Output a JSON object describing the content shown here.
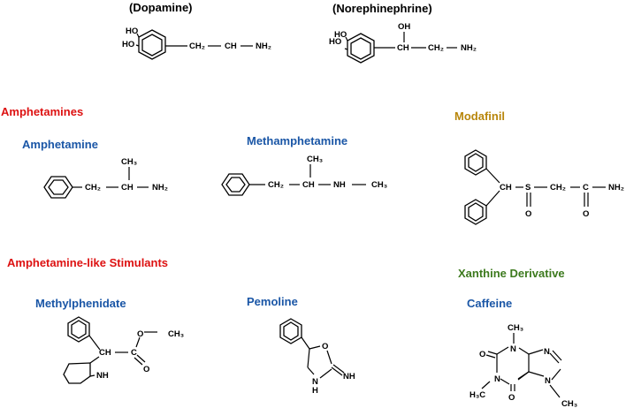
{
  "headings": {
    "dopamine": "(Dopamine)",
    "norepinephrine": "(Norephinephrine)",
    "amphetamines": "Amphetamines",
    "modafinil": "Modafinil",
    "amphetamine": "Amphetamine",
    "methamphetamine": "Methamphetamine",
    "amphetamine_like": "Amphetamine-like Stimulants",
    "xanthine": "Xanthine Derivative",
    "methylphenidate": "Methylphenidate",
    "pemoline": "Pemoline",
    "caffeine": "Caffeine"
  },
  "colors": {
    "category_red": "#dd1111",
    "name_blue": "#1a56a6",
    "modafinil_gold": "#b8860b",
    "xanthine_green": "#3d7a1e"
  },
  "atoms": {
    "ho": "HO",
    "oh": "OH",
    "ch2": "CH₂",
    "ch": "CH",
    "nh2": "NH₂",
    "nh": "NH",
    "ch3": "CH₃",
    "h3c": "H₃C",
    "s": "S",
    "c": "C",
    "o": "O",
    "n": "N",
    "h": "H"
  }
}
